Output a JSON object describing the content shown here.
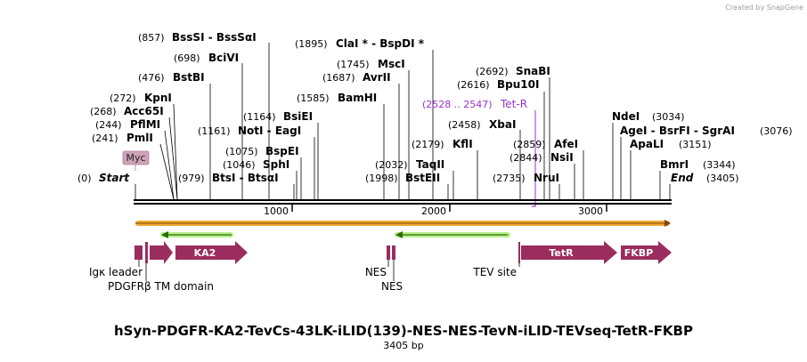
{
  "watermark": "Created by SnapGene",
  "map_title": "hSyn-PDGFR-KA2-TevCs-43LK-iLID(139)-NES-NES-TevN-iLID-TEVseq-TetR-FKBP",
  "map_length": "3405 bp",
  "ruler": {
    "ticks": [
      "1000",
      "2000",
      "3000"
    ]
  },
  "colors": {
    "feature_arrow": "#9b2d5e",
    "orf_line": "#f0a830",
    "primer": "#7acc29",
    "misc_feature": "#d0a2b8",
    "primer_site": "#9933cc"
  },
  "sites": [
    {
      "pos": "(0)",
      "name": "Start"
    },
    {
      "pos": "(241)",
      "name": "PmlI"
    },
    {
      "pos": "(244)",
      "name": "PflMI"
    },
    {
      "pos": "(268)",
      "name": "Acc65I"
    },
    {
      "pos": "(272)",
      "name": "KpnI"
    },
    {
      "pos": "(476)",
      "name": "BstBI"
    },
    {
      "pos": "(698)",
      "name": "BciVI"
    },
    {
      "pos": "(857)",
      "name": "BssSI  -  BssSαI"
    },
    {
      "pos": "(979)",
      "name": "BtsI  -  BtsαI"
    },
    {
      "pos": "(1046)",
      "name": "SphI"
    },
    {
      "pos": "(1075)",
      "name": "BspEI"
    },
    {
      "pos": "(1161)",
      "name": "NotI  -  EagI"
    },
    {
      "pos": "(1164)",
      "name": "BsiEI"
    },
    {
      "pos": "(1585)",
      "name": "BamHI"
    },
    {
      "pos": "(1687)",
      "name": "AvrII"
    },
    {
      "pos": "(1745)",
      "name": "MscI"
    },
    {
      "pos": "(1895)",
      "name": "ClaI *  -  BspDI *"
    },
    {
      "pos": "(1998)",
      "name": "BstEII"
    },
    {
      "pos": "(2032)",
      "name": "TaqII"
    },
    {
      "pos": "(2179)",
      "name": "KflI"
    },
    {
      "pos": "(2458)",
      "name": "XbaI"
    },
    {
      "pos": "(2616)",
      "name": "Bpu10I"
    },
    {
      "pos": "(2692)",
      "name": "SnaBI"
    },
    {
      "pos": "(2735)",
      "name": "NruI"
    },
    {
      "pos": "(2844)",
      "name": "NsiI"
    },
    {
      "pos": "(2859)",
      "name": "AfeI"
    },
    {
      "pos": "(3034)",
      "name": "NdeI"
    },
    {
      "pos": "(3076)",
      "name": "AgeI  -  BsrFI  -  SgrAI"
    },
    {
      "pos": "(3151)",
      "name": "ApaLI"
    },
    {
      "pos": "(3344)",
      "name": "BmrI"
    },
    {
      "pos": "(3405)",
      "name": "End"
    }
  ],
  "primer_site": {
    "range": "(2528 .. 2547)",
    "name": "Tet-R"
  },
  "misc_tag": "Myc",
  "features": [
    {
      "name": "KA2"
    },
    {
      "name": "TetR"
    },
    {
      "name": "FKBP"
    }
  ],
  "feature_labels": [
    "Igκ leader",
    "PDGFRβ TM domain",
    "NES",
    "NES",
    "TEV site"
  ]
}
